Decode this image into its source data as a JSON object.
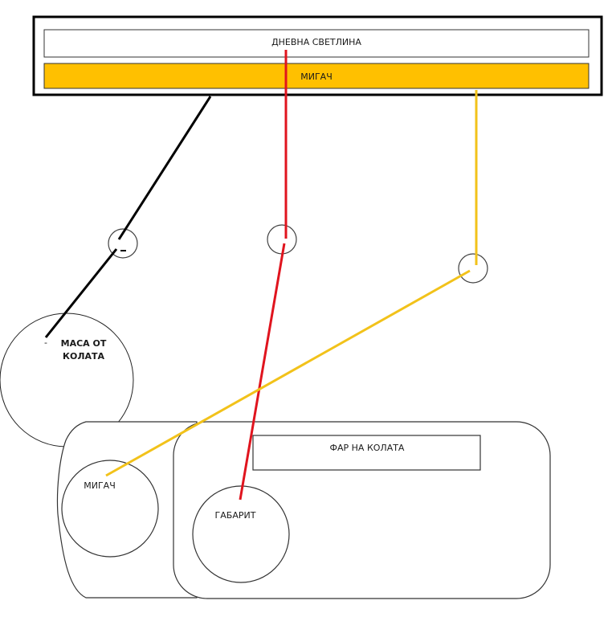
{
  "module": {
    "daylight_label": "ДНЕВНА СВЕТЛИНА",
    "blinker_label": "МИГАЧ"
  },
  "ground": {
    "label_line1": "МАСА ОТ",
    "label_line2": "КОЛАТА",
    "minus_sign": "-"
  },
  "headlight": {
    "title": "ФАР НА КОЛАТА",
    "blinker_label": "МИГАЧ",
    "position_light_label": "ГАБАРИТ"
  },
  "colors": {
    "amber": "#FFC000",
    "wire_black": "#000000",
    "wire_red": "#E0141E",
    "wire_yellow": "#F2C21A",
    "outline": "#404040"
  }
}
